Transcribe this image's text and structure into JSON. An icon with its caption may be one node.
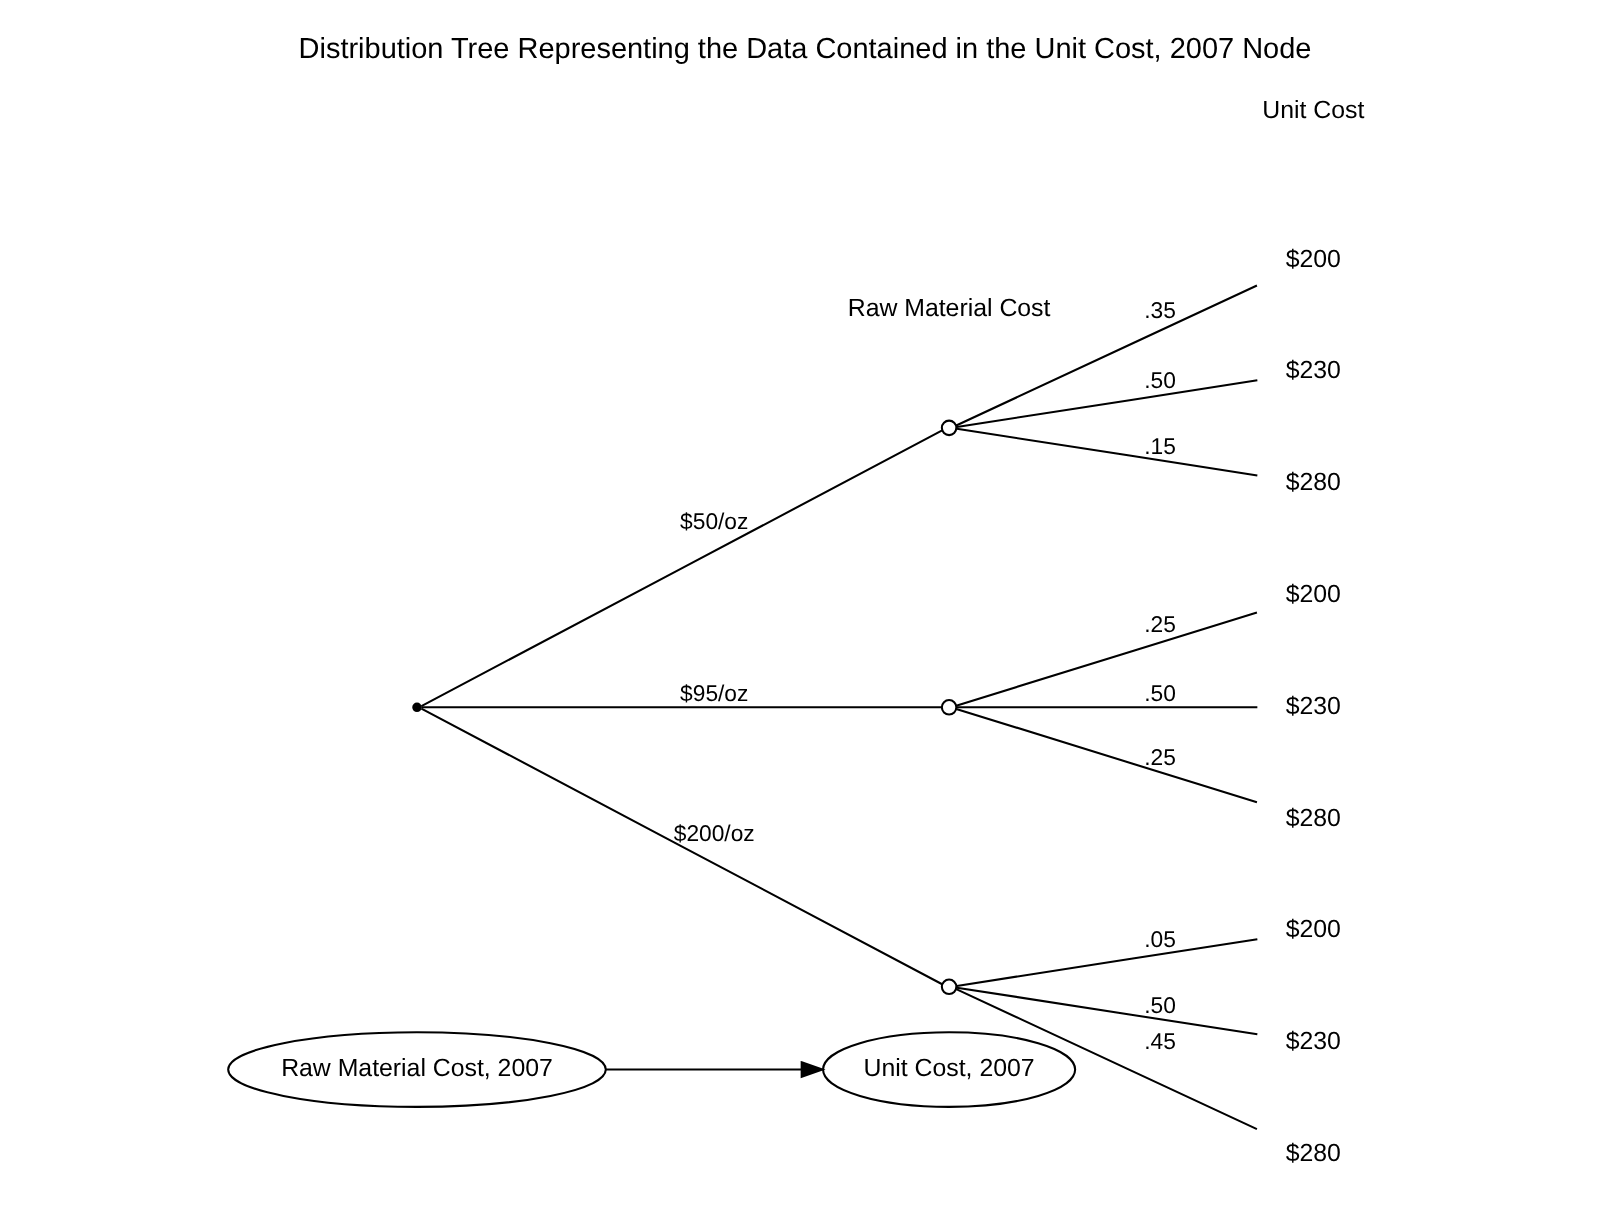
{
  "diagram": {
    "title": "Distribution Tree Representing the Data Contained in the Unit Cost, 2007 Node",
    "nodes": [
      {
        "text": [
          "Raw Material Cost, 2007"
        ]
      },
      {
        "text": [
          "Unit Cost, 2007"
        ]
      },
      {
        "text": [],
        "shape": "point"
      },
      {
        "text": [],
        "shape": "circle"
      },
      {
        "text": [
          "$200"
        ]
      },
      {
        "text": [
          "$230"
        ]
      },
      {
        "text": [
          "$280"
        ]
      },
      {
        "text": [],
        "shape": "circle"
      },
      {
        "text": [
          "$200"
        ]
      },
      {
        "text": [
          "$230"
        ]
      },
      {
        "text": [
          "$280"
        ]
      },
      {
        "text": [],
        "shape": "circle"
      },
      {
        "text": [
          "$200"
        ]
      },
      {
        "text": [
          "$230"
        ]
      },
      {
        "text": [
          "$280"
        ]
      }
    ],
    "edges": [
      {
        "from": 0,
        "to": 1,
        "arrow": "to"
      },
      {
        "from": 2,
        "to": 3,
        "arrow": "none",
        "label": "$50/oz"
      },
      {
        "from": 3,
        "to": 4,
        "arrow": "none",
        "label": ".35"
      },
      {
        "from": 3,
        "to": 5,
        "arrow": "none",
        "label": ".50"
      },
      {
        "from": 3,
        "to": 6,
        "arrow": "none",
        "label": ".15"
      },
      {
        "from": 2,
        "to": 7,
        "arrow": "none",
        "label": "$95/oz"
      },
      {
        "from": 7,
        "to": 8,
        "arrow": "none",
        "label": ".25"
      },
      {
        "from": 7,
        "to": 9,
        "arrow": "none",
        "label": ".50"
      },
      {
        "from": 7,
        "to": 10,
        "arrow": "none",
        "label": ".25"
      },
      {
        "from": 2,
        "to": 11,
        "arrow": "none",
        "label": "$200/oz"
      },
      {
        "from": 11,
        "to": 12,
        "arrow": "none",
        "label": ".05"
      },
      {
        "from": 11,
        "to": 13,
        "arrow": "none",
        "label": ".50"
      },
      {
        "from": 11,
        "to": 14,
        "arrow": "none",
        "label": ".45"
      }
    ],
    "labels": [
      "Raw Material Cost",
      "Unit Cost"
    ]
  }
}
